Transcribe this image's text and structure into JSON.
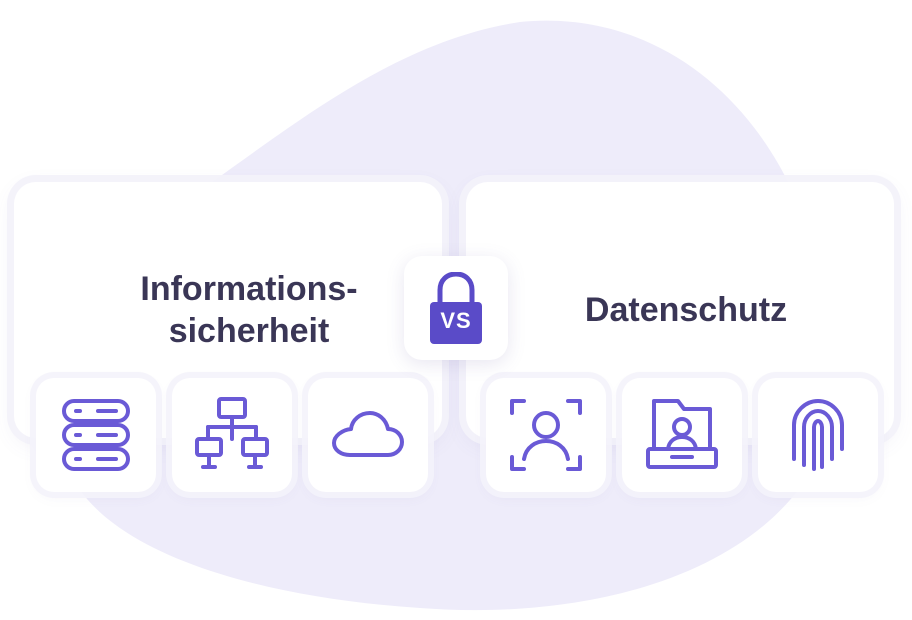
{
  "left_card": {
    "title_line1": "Informations-",
    "title_line2": "sicherheit",
    "icons": [
      "server-stack-icon",
      "network-hierarchy-icon",
      "cloud-icon"
    ]
  },
  "right_card": {
    "title": "Datenschutz",
    "icons": [
      "face-scan-icon",
      "user-folder-icon",
      "fingerprint-icon"
    ]
  },
  "center_badge": {
    "label": "VS",
    "icon": "padlock-icon"
  },
  "colors": {
    "accent": "#6a5ad6",
    "badge_fill": "#5a4bc8",
    "title_text": "#3a3656",
    "blob": "#eeecfa"
  }
}
